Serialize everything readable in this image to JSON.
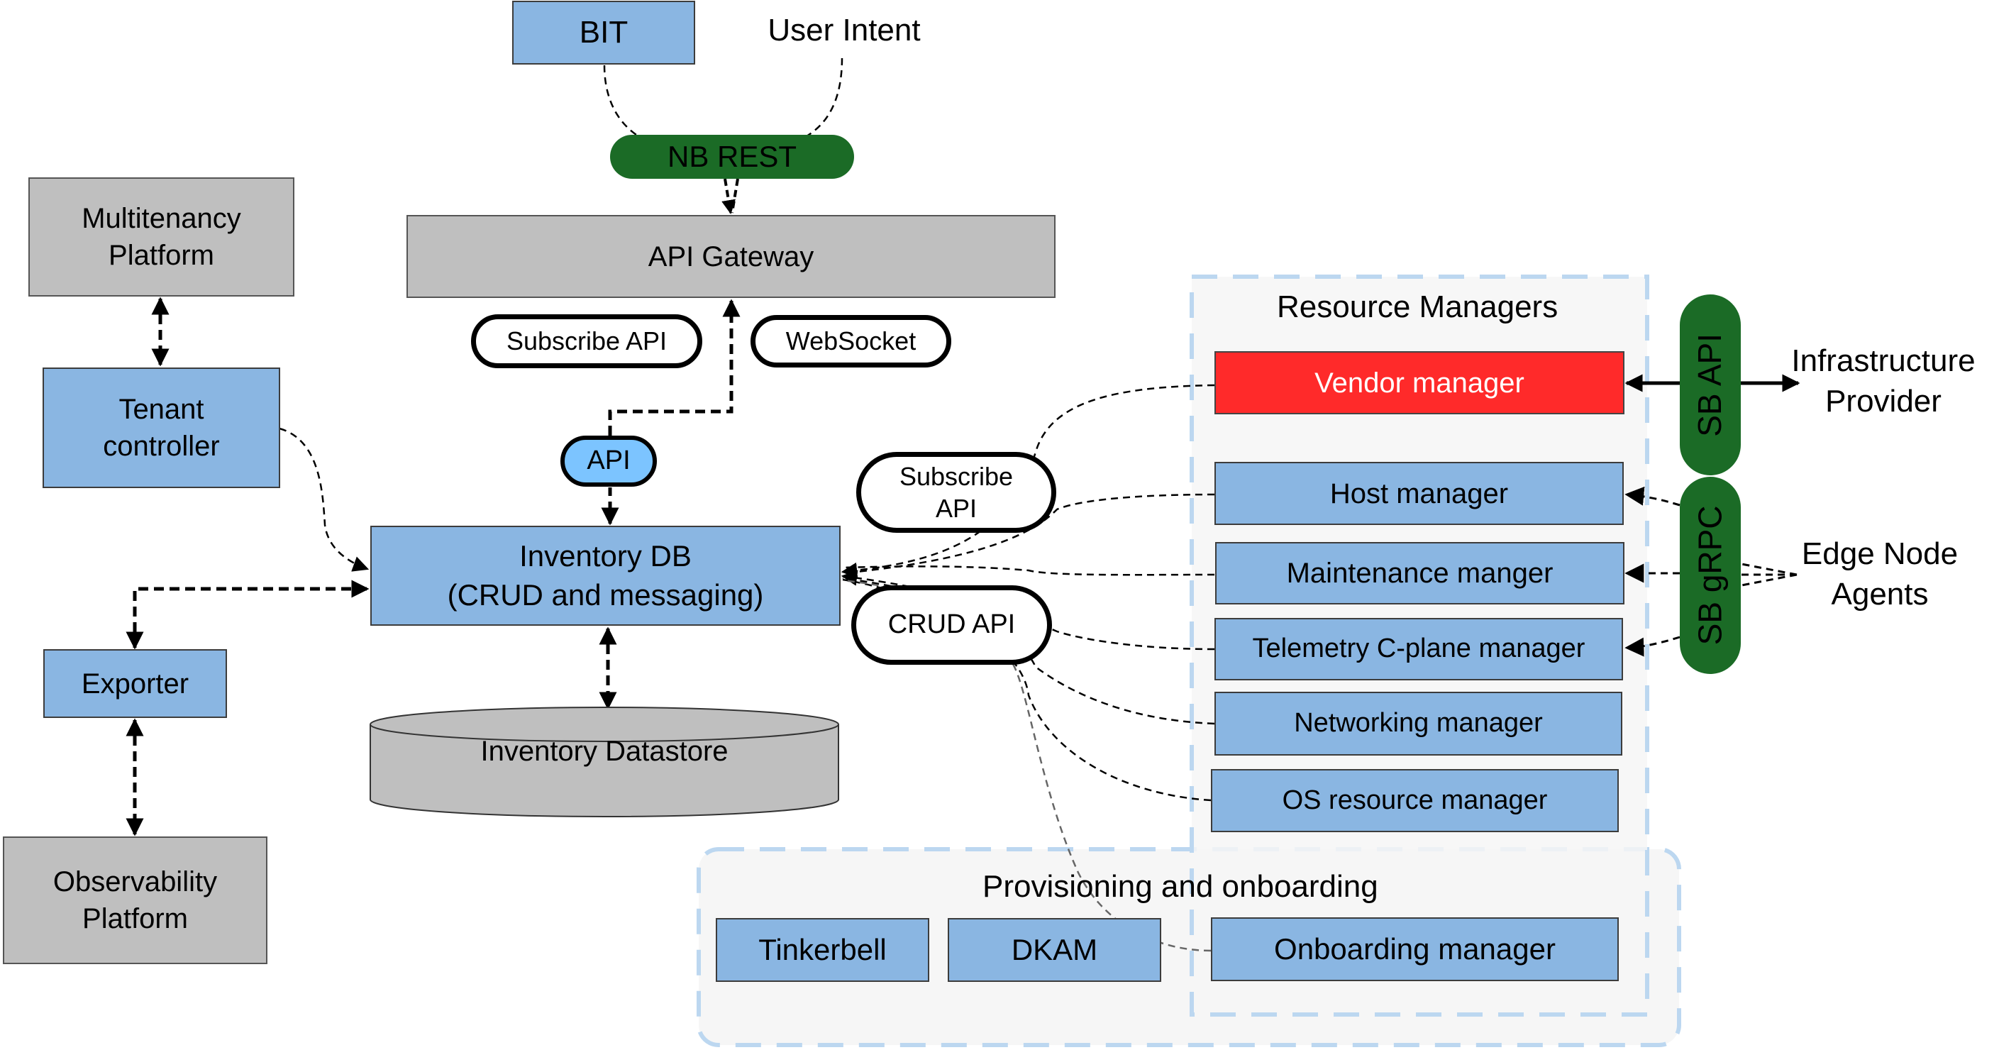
{
  "diagram": {
    "top": {
      "bit": "BIT",
      "user_intent": "User Intent",
      "nb_rest": "NB REST",
      "api_gateway": "API Gateway",
      "subscribe_api": "Subscribe API",
      "websocket": "WebSocket",
      "api": "API"
    },
    "left": {
      "multitenancy_platform": [
        "Multitenancy",
        "Platform"
      ],
      "tenant_controller": [
        "Tenant",
        "controller"
      ],
      "exporter": "Exporter",
      "observability_platform": [
        "Observability",
        "Platform"
      ]
    },
    "center": {
      "inventory_db": [
        "Inventory DB",
        "(CRUD and messaging)"
      ],
      "inventory_datastore": "Inventory Datastore",
      "subscribe_api": [
        "Subscribe",
        "API"
      ],
      "crud_api": "CRUD API"
    },
    "resource_managers": {
      "title": "Resource Managers",
      "items": [
        {
          "label": "Vendor manager",
          "highlight": true
        },
        {
          "label": "Host manager"
        },
        {
          "label": "Maintenance manger"
        },
        {
          "label": "Telemetry C-plane manager"
        },
        {
          "label": "Networking manager"
        },
        {
          "label": "OS resource manager"
        }
      ]
    },
    "provisioning": {
      "title": "Provisioning and onboarding",
      "items": [
        "Tinkerbell",
        "DKAM",
        "Onboarding manager"
      ]
    },
    "southbound": {
      "sb_api": "SB API",
      "sb_grpc": "SB gRPC",
      "infrastructure_provider": [
        "Infrastructure",
        "Provider"
      ],
      "edge_node_agents": [
        "Edge Node",
        "Agents"
      ]
    },
    "colors": {
      "blue_box": "#8ab6e2",
      "gray_box": "#bfbfbf",
      "red_box": "#ff2a2a",
      "green_pill": "#1b6b26",
      "api_pill": "#7cc4ff",
      "container_dash": "#bcd7f0",
      "container_bg": "#f6f6f6"
    }
  }
}
